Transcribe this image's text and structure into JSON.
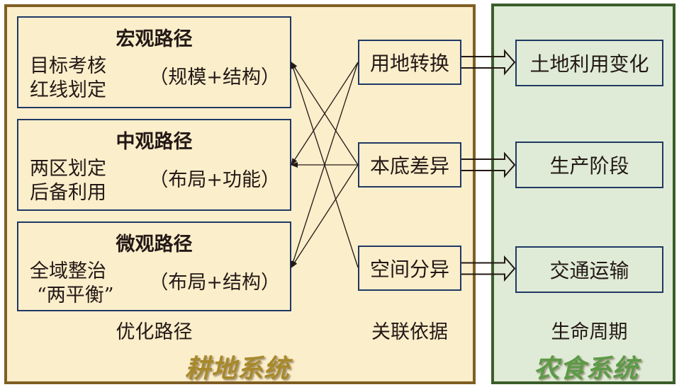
{
  "colors": {
    "farmland_bg": "#fbeecb",
    "farmland_border": "#7f5f24",
    "farmland_title": "#a8892a",
    "food_bg": "#dfebd6",
    "food_border": "#3b5e2b",
    "food_title": "#5c9a47",
    "box_border": "#1f3864",
    "line": "#231815"
  },
  "farmland_system": {
    "title": "耕地系统",
    "optimization_paths": {
      "label": "优化路径",
      "items": [
        {
          "id": "macro",
          "title": "宏观路径",
          "line1": "目标考核",
          "line2": "红线划定",
          "note": "（规模+结构）"
        },
        {
          "id": "meso",
          "title": "中观路径",
          "line1": "两区划定",
          "line2": "后备利用",
          "note": "（布局+功能）"
        },
        {
          "id": "micro",
          "title": "微观路径",
          "line1": "全域整治",
          "line2": "“两平衡”",
          "note": "（布局+结构）"
        }
      ]
    },
    "association_basis": {
      "label": "关联依据",
      "items": [
        {
          "id": "land_conversion",
          "label": "用地转换"
        },
        {
          "id": "baseline_difference",
          "label": "本底差异"
        },
        {
          "id": "spatial_differentiation",
          "label": "空间分异"
        }
      ]
    }
  },
  "food_system": {
    "title": "农食系统",
    "life_cycle": {
      "label": "生命周期",
      "items": [
        {
          "id": "land_use_change",
          "label": "土地利用变化"
        },
        {
          "id": "production_stage",
          "label": "生产阶段"
        },
        {
          "id": "transportation",
          "label": "交通运输"
        }
      ]
    }
  },
  "links": [
    {
      "from": "land_conversion",
      "to": "meso"
    },
    {
      "from": "land_conversion",
      "to": "micro"
    },
    {
      "from": "baseline_difference",
      "to": "macro"
    },
    {
      "from": "baseline_difference",
      "to": "meso"
    },
    {
      "from": "baseline_difference",
      "to": "micro"
    },
    {
      "from": "spatial_differentiation",
      "to": "macro"
    }
  ],
  "flows": [
    {
      "from": "land_conversion",
      "to": "land_use_change"
    },
    {
      "from": "baseline_difference",
      "to": "production_stage"
    },
    {
      "from": "spatial_differentiation",
      "to": "transportation"
    }
  ]
}
